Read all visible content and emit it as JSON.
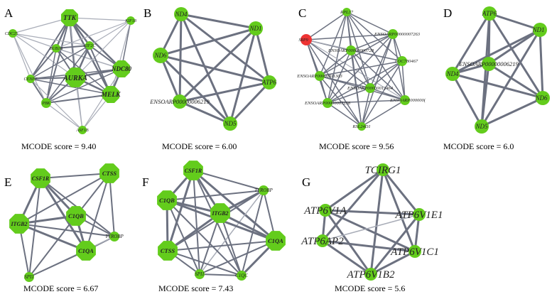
{
  "panels": [
    {
      "id": "A",
      "score_text": "MCODE score = 9.40",
      "nodes": [
        {
          "key": "TTK",
          "label": "TTK"
        },
        {
          "key": "KIF18",
          "label": "KIF18"
        },
        {
          "key": "CDC25",
          "label": "CDC25"
        },
        {
          "key": "BUB1B",
          "label": "BUB1B"
        },
        {
          "key": "KIF2C",
          "label": "KIF2C"
        },
        {
          "key": "NDC80",
          "label": "NDC80"
        },
        {
          "key": "CENPF",
          "label": "CENPF"
        },
        {
          "key": "AURKA",
          "label": "AURKA"
        },
        {
          "key": "MELK",
          "label": "MELK"
        },
        {
          "key": "PBK",
          "label": "PBK"
        },
        {
          "key": "ASF1B",
          "label": "ASF1B"
        }
      ]
    },
    {
      "id": "B",
      "score_text": "MCODE score = 6.00",
      "nodes": [
        {
          "key": "ND4",
          "label": "ND4"
        },
        {
          "key": "ND1",
          "label": "ND1"
        },
        {
          "key": "ND6",
          "label": "ND6"
        },
        {
          "key": "ATP6",
          "label": "ATP6"
        },
        {
          "key": "ENS",
          "label": "ENSOARP00000006219"
        },
        {
          "key": "ND5",
          "label": "ND5"
        }
      ]
    },
    {
      "id": "C",
      "score_text": "MCODE score = 9.56",
      "nodes": [
        {
          "key": "RPL37",
          "label": "RPL37"
        },
        {
          "key": "SRP9",
          "label": "SRP9"
        },
        {
          "key": "E7263",
          "label": "ENSOARP00000007263"
        },
        {
          "key": "E728",
          "label": "ENSOARP00000000728"
        },
        {
          "key": "L467",
          "label": "LOC780467"
        },
        {
          "key": "E1303",
          "label": "ENSOARP00000011303"
        },
        {
          "key": "E2464",
          "label": "ENSOARP00000012464"
        },
        {
          "key": "E258",
          "label": "ENSOARP00000007258"
        },
        {
          "key": "E000",
          "label": "ENSOARP000000("
        },
        {
          "key": "RSL",
          "label": "RSL24D1"
        }
      ]
    },
    {
      "id": "D",
      "score_text": "MCODE score = 6.0",
      "nodes": [
        {
          "key": "ATP6",
          "label": "ATP6"
        },
        {
          "key": "ND1",
          "label": "ND1"
        },
        {
          "key": "ENS",
          "label": "ENSOARP00000006219"
        },
        {
          "key": "ND4",
          "label": "ND4"
        },
        {
          "key": "ND6",
          "label": "ND6"
        },
        {
          "key": "ND5",
          "label": "ND5"
        }
      ]
    },
    {
      "id": "E",
      "score_text": "MCODE score = 6.67",
      "nodes": [
        {
          "key": "CSF1R",
          "label": "CSF1R"
        },
        {
          "key": "CTSS",
          "label": "CTSS"
        },
        {
          "key": "ITGB2",
          "label": "ITGB2"
        },
        {
          "key": "C1QB",
          "label": "C1QB"
        },
        {
          "key": "TYROBP",
          "label": "TYROBP"
        },
        {
          "key": "C1QA",
          "label": "C1QA"
        },
        {
          "key": "SPI1",
          "label": "SPI1"
        }
      ]
    },
    {
      "id": "F",
      "score_text": "MCODE score = 7.43",
      "nodes": [
        {
          "key": "CSF1R",
          "label": "CSF1R"
        },
        {
          "key": "TYROBP",
          "label": "TYROBP"
        },
        {
          "key": "C1QB",
          "label": "C1QB"
        },
        {
          "key": "ITGB2",
          "label": "ITGB2"
        },
        {
          "key": "C1QA",
          "label": "C1QA"
        },
        {
          "key": "CTSS",
          "label": "CTSS"
        },
        {
          "key": "SPI1",
          "label": "SPI1"
        },
        {
          "key": "C1QC",
          "label": "C1QC"
        }
      ]
    },
    {
      "id": "G",
      "score_text": "MCODE score = 5.6",
      "nodes": [
        {
          "key": "TCIRG1",
          "label": "TCIRG1"
        },
        {
          "key": "ATP6V1A",
          "label": "ATP6V1A"
        },
        {
          "key": "ATP6V1E1",
          "label": "ATP6V1E1"
        },
        {
          "key": "ATP6AP2",
          "label": "ATP6AP2"
        },
        {
          "key": "ATP6V1C1",
          "label": "ATP6V1C1"
        },
        {
          "key": "ATP6V1B2",
          "label": "ATP6V1B2"
        }
      ]
    }
  ],
  "colors": {
    "node_green": "#63cc1c",
    "node_red": "#ee3333",
    "edge": "#6c7180",
    "edge_light": "#a9adb8",
    "background": "#ffffff"
  }
}
